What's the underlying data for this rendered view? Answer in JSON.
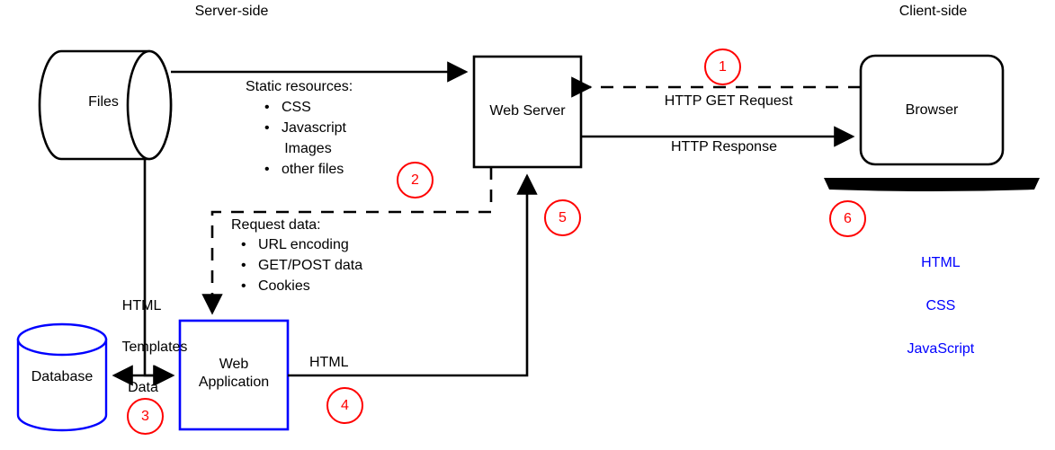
{
  "diagram": {
    "title_left": "Server-side",
    "title_right": "Client-side",
    "nodes": {
      "files": "Files",
      "web_server": "Web Server",
      "browser": "Browser",
      "database": "Database",
      "web_application_line1": "Web",
      "web_application_line2": "Application"
    },
    "edge_labels": {
      "static_resources_header": "Static resources:",
      "static_resources_items": [
        "•   CSS",
        "•   Javascript",
        "     Images",
        "•   other files"
      ],
      "http_get_request": "HTTP GET Request",
      "http_response": "HTTP Response",
      "request_data_header": "Request data:",
      "request_data_items": [
        "•   URL encoding",
        "•   GET/POST data",
        "•   Cookies"
      ],
      "html_templates_line1": "HTML",
      "html_templates_line2": "Templates",
      "data": "Data",
      "html": "HTML"
    },
    "client_stack": [
      "HTML",
      "CSS",
      "JavaScript"
    ],
    "step_numbers": [
      "1",
      "2",
      "3",
      "4",
      "5",
      "6"
    ],
    "colors": {
      "stroke": "#000000",
      "accent_blue": "#0000ff",
      "step_red": "#ff0000",
      "background": "#ffffff"
    }
  }
}
